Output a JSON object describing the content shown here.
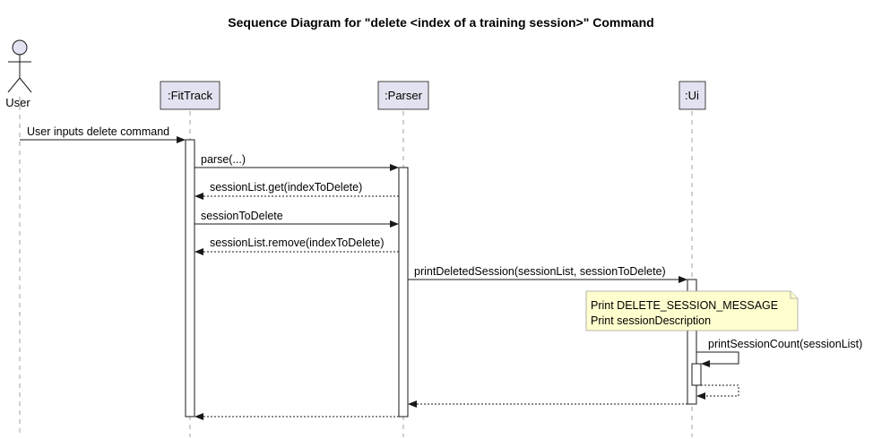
{
  "diagram": {
    "title": "Sequence Diagram for \"delete <index of a training session>\" Command",
    "actor": {
      "label": "User"
    },
    "participants": [
      {
        "label": ":FitTrack"
      },
      {
        "label": ":Parser"
      },
      {
        "label": ":Ui"
      }
    ],
    "messages": [
      {
        "label": "User inputs delete command",
        "kind": "sync"
      },
      {
        "label": "parse(...)",
        "kind": "sync"
      },
      {
        "label": "sessionList.get(indexToDelete)",
        "kind": "return"
      },
      {
        "label": "sessionToDelete",
        "kind": "sync"
      },
      {
        "label": "sessionList.remove(indexToDelete)",
        "kind": "return"
      },
      {
        "label": "printDeletedSession(sessionList, sessionToDelete)",
        "kind": "sync"
      },
      {
        "label": "printSessionCount(sessionList)",
        "kind": "self-sync"
      }
    ],
    "note": {
      "lines": [
        "Print DELETE_SESSION_MESSAGE",
        "Print sessionDescription"
      ]
    },
    "colors": {
      "participant_fill": "#e2e2f0",
      "note_fill": "#fefece",
      "line": "#181818"
    }
  }
}
